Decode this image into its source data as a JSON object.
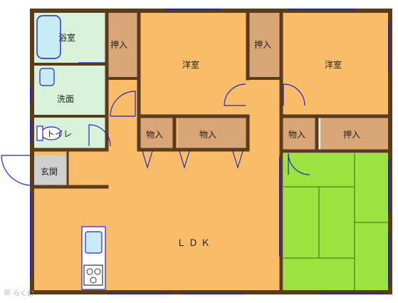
{
  "rooms": {
    "bath": "浴室",
    "closet_1": "押入",
    "western_1": "洋室",
    "closet_2": "押入",
    "western_2": "洋室",
    "washroom": "洗面",
    "toilet": "トイレ",
    "storage_1": "物入",
    "storage_2": "物入",
    "storage_3": "物入",
    "closet_3": "押入",
    "entrance": "玄関",
    "ldk": "ＬＤＫ"
  },
  "watermark": "らくむ",
  "colors": {
    "room_fill": "#f9bd6a",
    "closet_fill": "#d9a678",
    "wet_fill": "#d8f2da",
    "tatami_fill": "#9be33f",
    "entrance_fill": "#cfcfcf",
    "wall": "#5a3b1b",
    "fixture": "#2323c8",
    "fixture_fill": "#c8ecf5"
  }
}
